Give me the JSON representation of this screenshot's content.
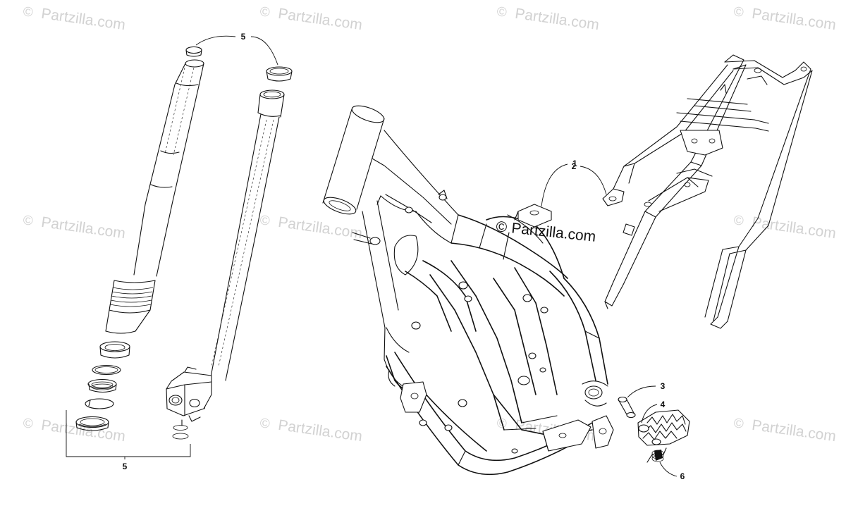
{
  "watermark": {
    "copyright_symbol": "©",
    "text": "Partzilla.com"
  },
  "brand_overlay": {
    "copyright_symbol": "©",
    "text": "Partzilla.com"
  },
  "callouts": {
    "fork_top_bushings": "5",
    "fork_bottom_set": "5",
    "subframe_bracket": "2",
    "frame_mount": "1",
    "footpeg_pin": "3",
    "footpeg": "4",
    "footpeg_spring": "6"
  },
  "colors": {
    "line": "#111111",
    "watermark": "#d2d2d2",
    "background": "#ffffff"
  }
}
